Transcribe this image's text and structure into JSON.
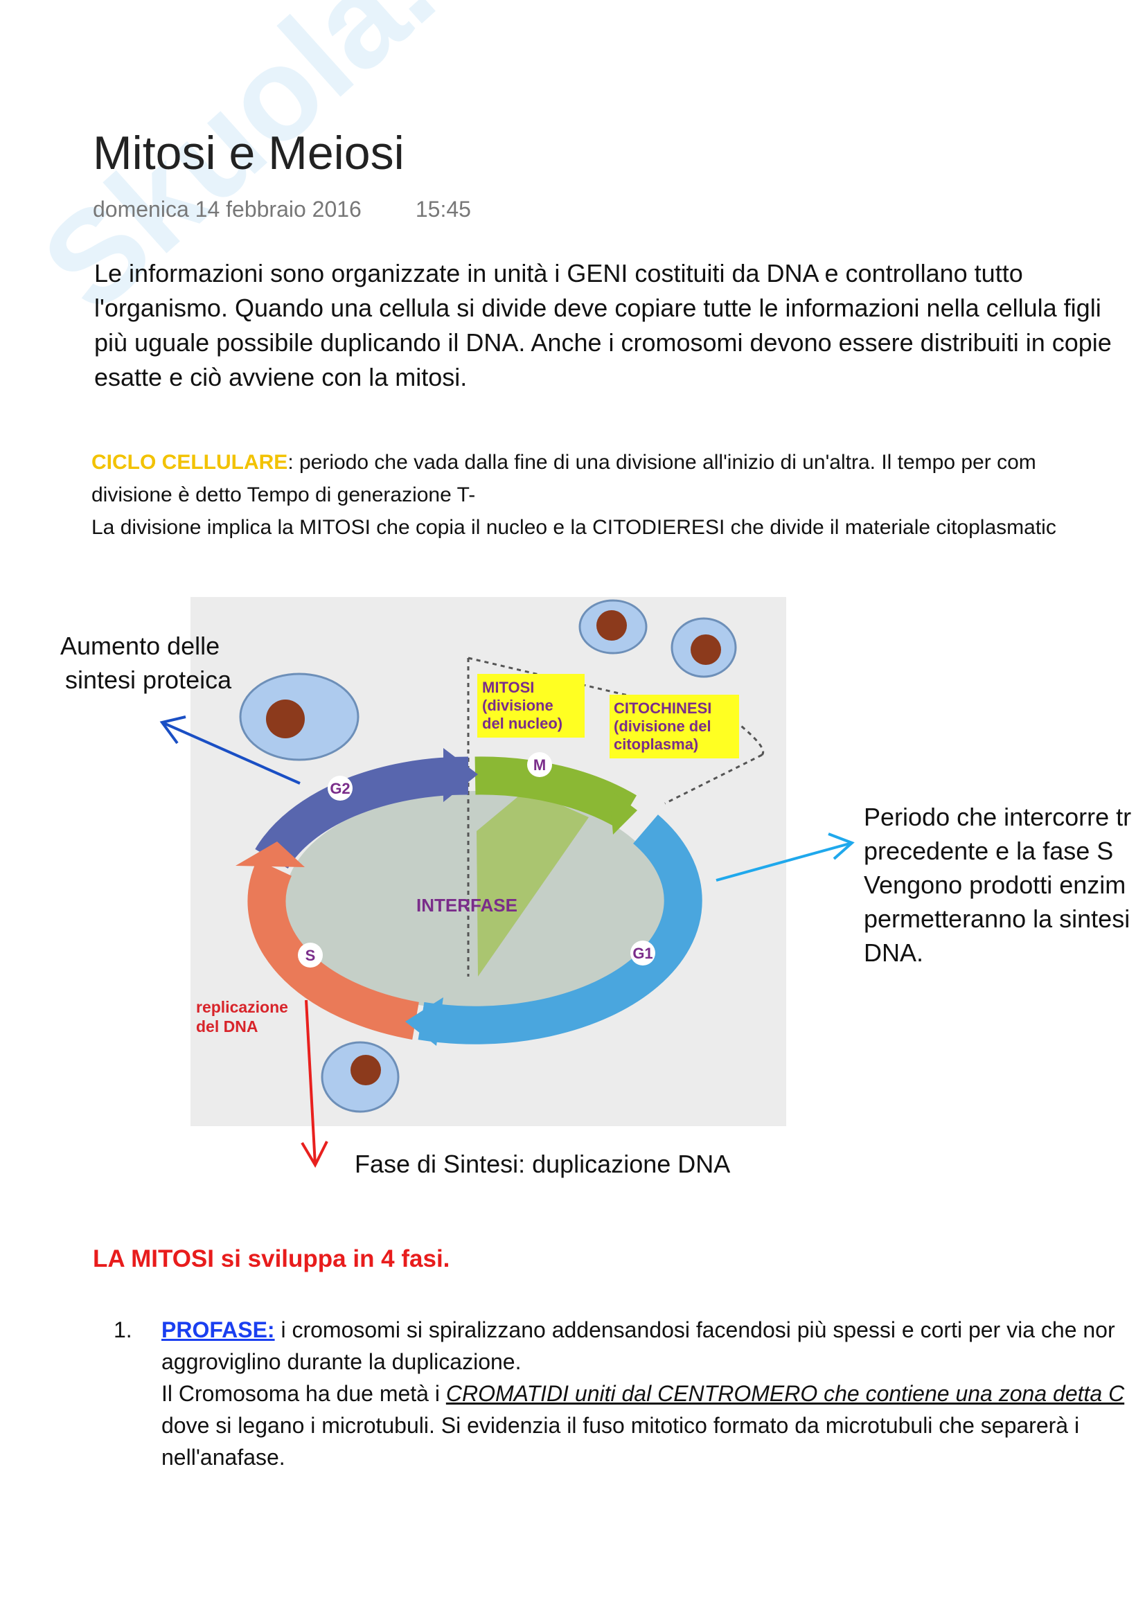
{
  "watermark": "Skuola.net",
  "title": "Mitosi e Meiosi",
  "date": "domenica 14 febbraio 2016",
  "time": "15:45",
  "intro": [
    "Le informazioni sono organizzate in unità i GENI costituiti da DNA e controllano tutto",
    "l'organismo. Quando una cellula si divide deve copiare tutte le informazioni nella cellula figli",
    "più uguale possibile duplicando il DNA. Anche i cromosomi devono essere distribuiti in copie",
    "esatte e ciò avviene con la mitosi."
  ],
  "ciclo": {
    "term": "CICLO CELLULARE",
    "line1": ": periodo che vada dalla fine di una divisione all'inizio di un'altra. Il tempo per com",
    "line2": "divisione è detto Tempo di generazione T-",
    "line3": "La divisione implica la MITOSI che copia il nucleo e la CITODIERESI che divide il materiale citoplasmatic"
  },
  "diagram": {
    "mitosi_label": [
      "MITOSI",
      "(divisione",
      "del nucleo)"
    ],
    "citochinesi_label": [
      "CITOCHINESI",
      "(divisione del",
      "citoplasma)"
    ],
    "interfase": "INTERFASE",
    "replicazione": [
      "replicazione",
      "del DNA"
    ],
    "phases": {
      "g2": "G2",
      "m": "M",
      "s": "S",
      "g1": "G1"
    }
  },
  "annotations": {
    "left": [
      "Aumento delle",
      "sintesi proteica"
    ],
    "right": [
      "Periodo che intercorre tr",
      "precedente e la fase S",
      "Vengono prodotti enzim",
      "permetteranno la sintesi",
      "DNA."
    ],
    "bottom": "Fase di Sintesi: duplicazione DNA"
  },
  "mitosi_heading": "LA MITOSI si sviluppa in 4 fasi.",
  "list": [
    {
      "num": "1.",
      "keyword": "PROFASE:",
      "line1": " i cromosomi si spiralizzano addensandosi facendosi più spessi e corti per via che nor",
      "line2": "aggroviglino durante la duplicazione.",
      "line3_pre": "Il Cromosoma ha due metà i ",
      "line3_italic": "CROMATIDI uniti dal CENTROMERO che contiene una zona detta C",
      "line4": "dove si legano i microtubuli. Si evidenzia il fuso mitotico formato da microtubuli che separerà i",
      "line5": "nell'anafase."
    }
  ]
}
